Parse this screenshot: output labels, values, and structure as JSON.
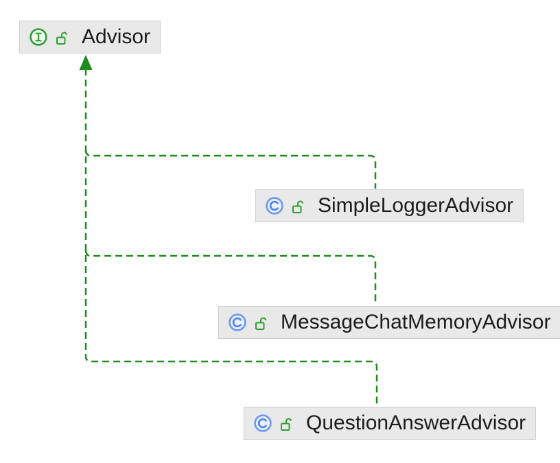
{
  "diagram": {
    "description": "IDE class hierarchy diagram of the Advisor interface and its implementing classes",
    "nodes": {
      "advisor": {
        "label": "Advisor",
        "kind": "interface",
        "visibility": "public",
        "icon": "interface-icon",
        "modifier_icon": "unlocked-icon"
      },
      "simpleLoggerAdvisor": {
        "label": "SimpleLoggerAdvisor",
        "kind": "class",
        "visibility": "public",
        "icon": "class-icon",
        "modifier_icon": "unlocked-icon"
      },
      "messageChatMemoryAdvisor": {
        "label": "MessageChatMemoryAdvisor",
        "kind": "class",
        "visibility": "public",
        "icon": "class-icon",
        "modifier_icon": "unlocked-icon"
      },
      "questionAnswerAdvisor": {
        "label": "QuestionAnswerAdvisor",
        "kind": "class",
        "visibility": "public",
        "icon": "class-icon",
        "modifier_icon": "unlocked-icon"
      }
    },
    "edges": [
      {
        "from": "SimpleLoggerAdvisor",
        "to": "Advisor",
        "relation": "implements",
        "style": "dashed-green-arrow"
      },
      {
        "from": "MessageChatMemoryAdvisor",
        "to": "Advisor",
        "relation": "implements",
        "style": "dashed-green-arrow"
      },
      {
        "from": "QuestionAnswerAdvisor",
        "to": "Advisor",
        "relation": "implements",
        "style": "dashed-green-arrow"
      }
    ],
    "colors": {
      "edge_green": "#1d8c1d",
      "interface_icon_green": "#2f9e2f",
      "class_icon_blue": "#6d96f2",
      "class_icon_letter_blue": "#4d80ef",
      "class_icon_fill": "#eaf1fe",
      "interface_icon_fill": "#f5faf5",
      "node_background": "#e9e9e9",
      "node_border": "#cdcdcd",
      "label_text": "#1c1c1c",
      "canvas_background": "#ffffff"
    }
  }
}
